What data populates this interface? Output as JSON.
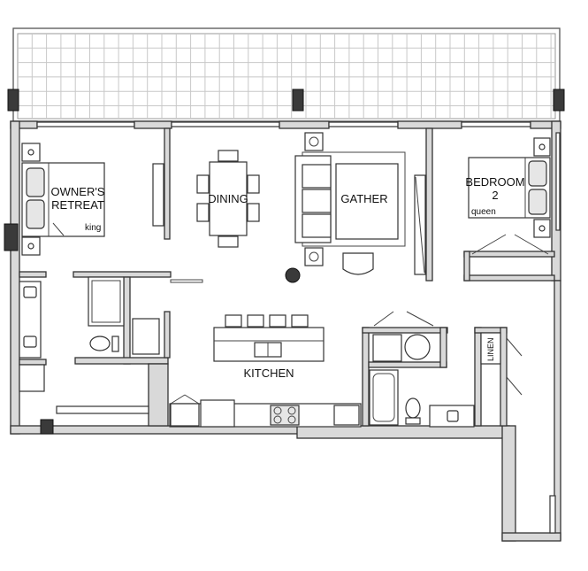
{
  "rooms": {
    "owners_retreat_line1": "OWNER'S",
    "owners_retreat_line2": "RETREAT",
    "owners_bed_size": "king",
    "dining": "DINING",
    "gather": "GATHER",
    "bedroom2_line1": "BEDROOM",
    "bedroom2_line2": "2",
    "bedroom2_bed_size": "queen",
    "kitchen": "KITCHEN",
    "linen": "LINEN"
  },
  "colors": {
    "wall_fill": "#d9d9d9",
    "outline": "#333333",
    "column": "#3a3a3a",
    "terrace_grid": "#c8c8c8"
  }
}
